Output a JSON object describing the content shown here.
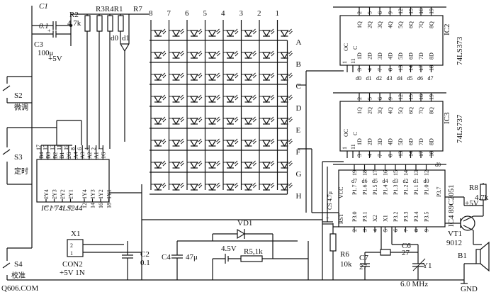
{
  "chips": {
    "ic1": {
      "label": "IC1 74LS244",
      "pins_top": [
        "B4",
        "B3",
        "B2",
        "B1",
        "2G",
        "A4",
        "A3",
        "A2",
        "A1",
        "1G"
      ],
      "pin_nums_top": [
        "17",
        "15",
        "13",
        "11",
        "19",
        "8",
        "6",
        "4",
        "2",
        "1"
      ],
      "pins_bottom": [
        "2Y4",
        "2Y3",
        "2Y2",
        "2Y1",
        "1Y4",
        "1Y3",
        "1Y2",
        "1Y1"
      ],
      "pin_nums_bottom": [
        "3",
        "5",
        "7",
        "9",
        "12",
        "14",
        "16",
        "18"
      ]
    },
    "ic2": {
      "label": "IC2",
      "part": "74LS373",
      "pins_q": [
        "1Q",
        "2Q",
        "3Q",
        "4Q",
        "5Q",
        "6Q",
        "7Q",
        "8Q"
      ],
      "pins_d": [
        "1D",
        "2D",
        "3D",
        "4D",
        "5D",
        "6D",
        "7D",
        "8D"
      ],
      "nums_q": [
        "2",
        "5",
        "6",
        "9",
        "12",
        "15",
        "16",
        "19"
      ],
      "nums_d": [
        "3",
        "4",
        "7",
        "8",
        "13",
        "14",
        "17",
        "18"
      ],
      "oc": "OC",
      "c": "C",
      "oc_num": "1",
      "c_num": "11",
      "data_in": [
        "d0",
        "d1",
        "d2",
        "d3",
        "d4",
        "d5",
        "d6",
        "d7"
      ]
    },
    "ic3": {
      "label": "IC3",
      "part": "74LS737",
      "pins_q": [
        "1Q",
        "2Q",
        "3Q",
        "4Q",
        "5Q",
        "6Q",
        "7Q",
        "8Q"
      ],
      "pins_d": [
        "1D",
        "2D",
        "3D",
        "4D",
        "5D",
        "6D",
        "7D",
        "8D"
      ],
      "nums_q": [
        "2",
        "5",
        "6",
        "9",
        "12",
        "15",
        "16",
        "19"
      ],
      "nums_d": [
        "3",
        "4",
        "7",
        "8",
        "13",
        "14",
        "17",
        "18"
      ],
      "oc": "OC",
      "c": "C",
      "oc_num": "1",
      "c_num": "11",
      "d_end": "d0"
    },
    "ic4": {
      "label": "IC4 89C2051",
      "pins_top": [
        "P1.7",
        "P1.6",
        "P1.5",
        "P1.4",
        "P1.3",
        "P1.2",
        "P1.1",
        "P1.0"
      ],
      "pins_bottom": [
        "P3.0",
        "P3.1",
        "X2",
        "X1",
        "P3.2",
        "P3.3",
        "P3.4",
        "P3.5"
      ],
      "nums_top": [
        "19",
        "18",
        "17",
        "16",
        "15",
        "14",
        "13",
        "12"
      ],
      "nums_bottom": [
        "2",
        "3",
        "4",
        "5",
        "6",
        "7",
        "8",
        "9"
      ],
      "rst": "RST",
      "vcc": "VCC",
      "p37": "P3.7",
      "d_top": [
        "d7",
        "d6",
        "d5",
        "d4",
        "d3",
        "d2",
        "d1",
        "d0"
      ],
      "cs": "CS 4.7μ"
    }
  },
  "matrix": {
    "cols": [
      "8",
      "7",
      "6",
      "5",
      "4",
      "3",
      "2",
      "1"
    ],
    "rows": [
      "A",
      "B",
      "C",
      "D",
      "E",
      "F",
      "G",
      "H"
    ]
  },
  "components": {
    "c1": "C1",
    "c1_val": "0.1",
    "c3": "C3",
    "c3_val": "100μ",
    "vcc": "+5V",
    "r2": "R2",
    "r2_val": "4.7k",
    "r_labels": "R3R4R1",
    "r7": "R7",
    "d0": "d0",
    "d1": "d1",
    "s2": "S2",
    "s2_cn": "微调",
    "s3": "S3",
    "s3_cn": "定时",
    "s4": "S4",
    "s4_cn": "校准",
    "x1": "X1",
    "con2": "CON2",
    "con2_v": "+5V 1N",
    "c2": "C2",
    "c2_val": "0.1",
    "c4": "C4",
    "c4_val": "47μ",
    "vd1": "VD1",
    "batt": "4.5V",
    "r5": "R5,1k",
    "r6": "R6",
    "r6_val": "10k",
    "c7": "C7",
    "c7_val": "27",
    "c6": "C6",
    "c6_val": "27",
    "y1": "Y1",
    "xtal": "6.0 MHz",
    "r8": "R8",
    "r8_val": "4.7k",
    "r8_vcc": "+5V",
    "vt1": "VT1",
    "vt1_part": "9012",
    "b1": "B1",
    "gnd": "GND",
    "watermark": "Q606.COM"
  }
}
